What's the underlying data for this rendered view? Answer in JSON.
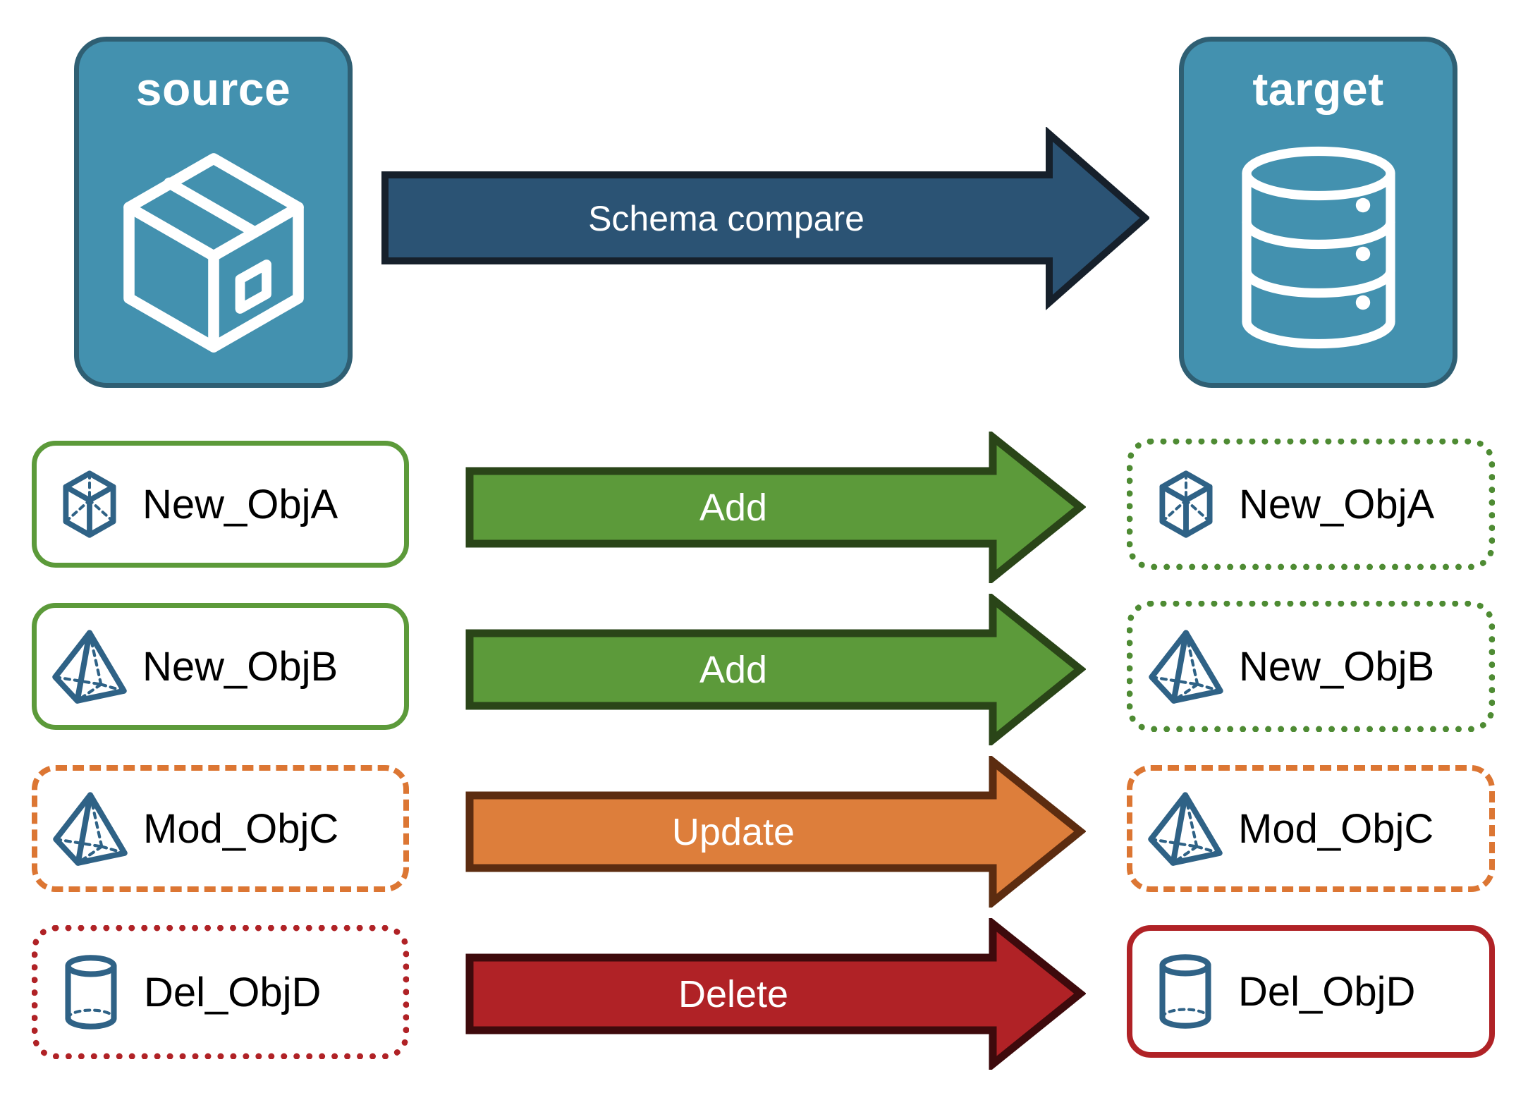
{
  "diagram": {
    "title_source": "source",
    "title_target": "target",
    "compare_arrow_label": "Schema compare"
  },
  "colors": {
    "endpoint_fill": "#4391AF",
    "endpoint_stroke": "#2F5F73",
    "compare_arrow_fill": "#2B5374",
    "compare_arrow_stroke": "#16202B",
    "add_fill": "#5C9A3A",
    "add_stroke": "#2A4518",
    "update_fill": "#DD7E3B",
    "update_stroke": "#5C2C10",
    "delete_fill": "#B02226",
    "delete_stroke": "#3E0A0C",
    "object_icon": "#2F6286",
    "label_text": "#000000",
    "green_border": "#5C9A3A",
    "orange_border": "#DC7633",
    "red_border": "#B02226"
  },
  "endpoints": {
    "source": {
      "label": "source",
      "icon": "package-box-icon"
    },
    "target": {
      "label": "target",
      "icon": "database-cylinder-icon"
    }
  },
  "rows": [
    {
      "source_label": "New_ObjA",
      "target_label": "New_ObjA",
      "action": "Add",
      "icon": "cube-icon",
      "source_border": "green-solid",
      "target_border": "green-dotted",
      "arrow_color": "green"
    },
    {
      "source_label": "New_ObjB",
      "target_label": "New_ObjB",
      "action": "Add",
      "icon": "pyramid-icon",
      "source_border": "green-solid",
      "target_border": "green-dotted",
      "arrow_color": "green"
    },
    {
      "source_label": "Mod_ObjC",
      "target_label": "Mod_ObjC",
      "action": "Update",
      "icon": "pyramid-icon",
      "source_border": "orange-dashed",
      "target_border": "orange-dashed",
      "arrow_color": "orange"
    },
    {
      "source_label": "Del_ObjD",
      "target_label": "Del_ObjD",
      "action": "Delete",
      "icon": "cylinder-icon",
      "source_border": "red-dotted",
      "target_border": "red-solid",
      "arrow_color": "red"
    }
  ]
}
